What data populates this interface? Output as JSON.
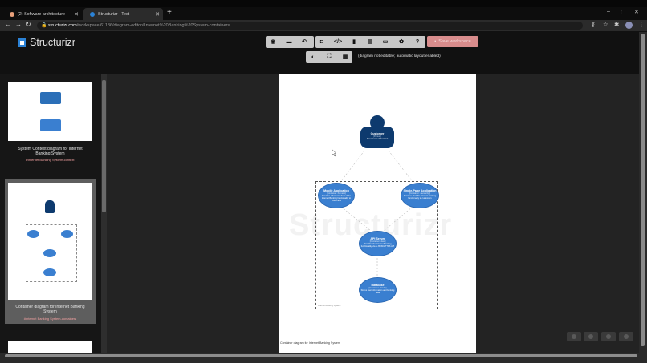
{
  "browser": {
    "tabs": [
      {
        "label": "(2) Software architecture",
        "favicon_color": "#e8a07a"
      },
      {
        "label": "Structurizr - Test",
        "favicon_color": "#2b82d6"
      }
    ],
    "new_tab": "+",
    "window_controls": {
      "minimize": "–",
      "maximize": "▢",
      "close": "✕"
    },
    "nav": {
      "back": "←",
      "forward": "→",
      "reload": "↻"
    },
    "url_scheme": "structurizr.com",
    "url_path": "/workspace/61186/diagram-editor#Internet%20Banking%20System-containers",
    "toolbar_icons": [
      "key-icon",
      "star-icon",
      "puzzle-icon",
      "media-icon"
    ]
  },
  "app": {
    "logo_text": "Structurizr",
    "toolbar": {
      "group1": [
        "help-circle-icon",
        "folder-icon",
        "undo-icon"
      ],
      "group2": [
        "camera-icon",
        "code-icon",
        "file-icon",
        "document-icon",
        "comment-icon",
        "palette-icon",
        "help-icon"
      ],
      "save_label": "Save workspace",
      "row2": [
        "contrast-icon",
        "fit-icon",
        "layout-icon"
      ]
    },
    "status": "(diagram not editable; automatic layout enabled)"
  },
  "diagram_list": [
    {
      "caption": "System Context diagram for Internet Banking System",
      "key": "#Internet Banking System-context"
    },
    {
      "caption": "Container diagram for Internet Banking System",
      "key": "#Internet Banking System-containers"
    }
  ],
  "diagram": {
    "watermark": "Structurizr",
    "customer": {
      "name": "Customer",
      "type": "[Person]",
      "desc": "A customer of the bank"
    },
    "mobile": {
      "name": "Mobile Application",
      "type": "[Container: Xamarin]",
      "desc": "Provides a limited subset of the Internet Banking functionality to customers"
    },
    "spa": {
      "name": "Single-Page Application",
      "type": "[Container: JavaScript]",
      "desc": "Provides all of the Internet Banking functionality to customers"
    },
    "api": {
      "name": "API Server",
      "type": "[Container: Java]",
      "desc": "Provides the Internet Banking functionality via a JSON/HTTPS API"
    },
    "db": {
      "name": "Database",
      "type": "[Container: Oracle]",
      "desc": "Stores user information and banking data"
    },
    "boundary_label": "Internet Banking System",
    "title": "Container diagram for Internet Banking System"
  }
}
